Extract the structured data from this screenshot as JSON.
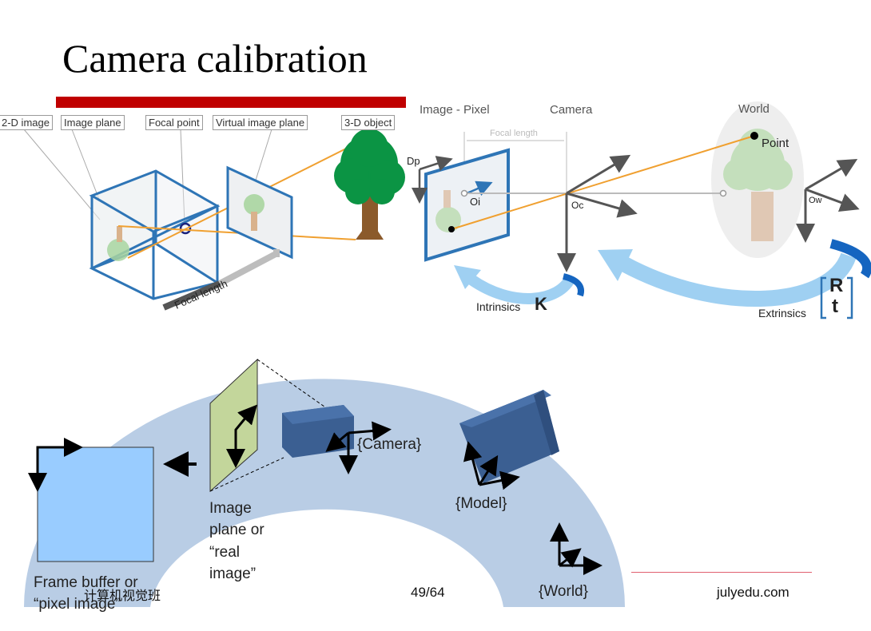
{
  "title": "Camera calibration",
  "left_diagram": {
    "labels": [
      "2-D image",
      "Image plane",
      "Focal point",
      "Virtual image plane",
      "3-D object"
    ],
    "focal_length": "Focal length"
  },
  "right_diagram": {
    "image_pixel": "Image - Pixel",
    "camera": "Camera",
    "world": "World",
    "focal_length": "Focal length",
    "point": "Point",
    "dp": "Dp",
    "oi": "Oi",
    "oc": "Oc",
    "ow": "Ow",
    "intrinsics": "Intrinsics",
    "k": "K",
    "extrinsics": "Extrinsics",
    "r": "R",
    "t": "t"
  },
  "bottom_diagram": {
    "camera": "{Camera}",
    "model": "{Model}",
    "world": "{World}",
    "image_plane": [
      "Image",
      "plane or",
      "“real",
      "image”"
    ],
    "frame_buffer": [
      "Frame buffer or",
      "“pixel image”"
    ]
  },
  "footer": {
    "left": "计算机视觉班",
    "page": "49/64",
    "right": "julyedu.com"
  },
  "colors": {
    "accent_red": "#c00000",
    "blue": "#2e75b6",
    "light_blue_arc": "#b9cde5",
    "orange": "#f0a030",
    "tree_green": "#0b9444"
  }
}
